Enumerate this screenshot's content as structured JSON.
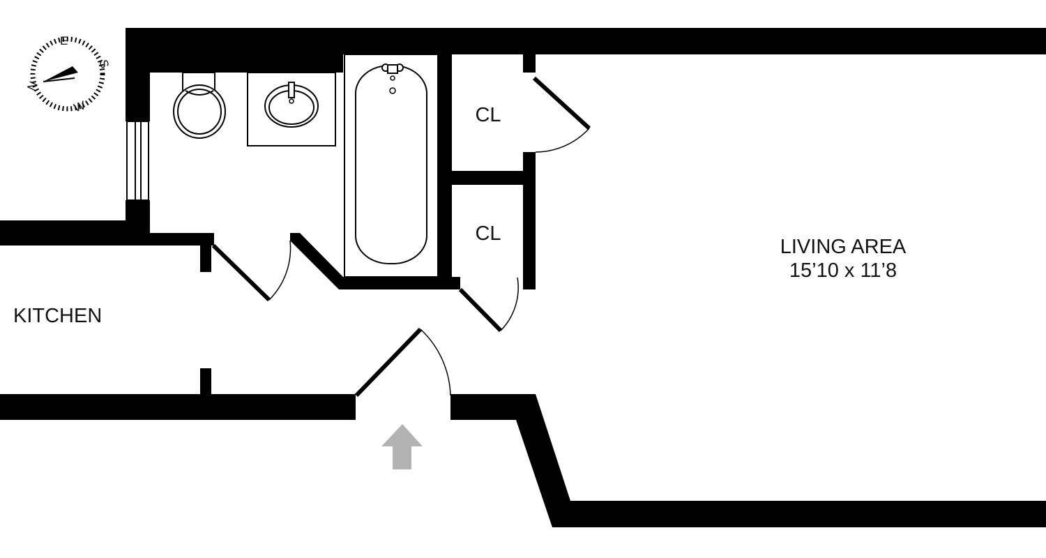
{
  "rooms": {
    "kitchen": {
      "label": "KITCHEN"
    },
    "living": {
      "label": "LIVING AREA",
      "dimensions": "15’10 x 11’8"
    },
    "closet_upper": {
      "label": "CL"
    },
    "closet_lower": {
      "label": "CL"
    }
  },
  "compass": {
    "letters": {
      "north": "N",
      "east": "E",
      "south": "S",
      "west": "W"
    }
  },
  "entry": {
    "icon": "entry-arrow-icon",
    "color": "#b3b3b3"
  },
  "colors": {
    "wall": "#000000",
    "background": "#ffffff"
  }
}
